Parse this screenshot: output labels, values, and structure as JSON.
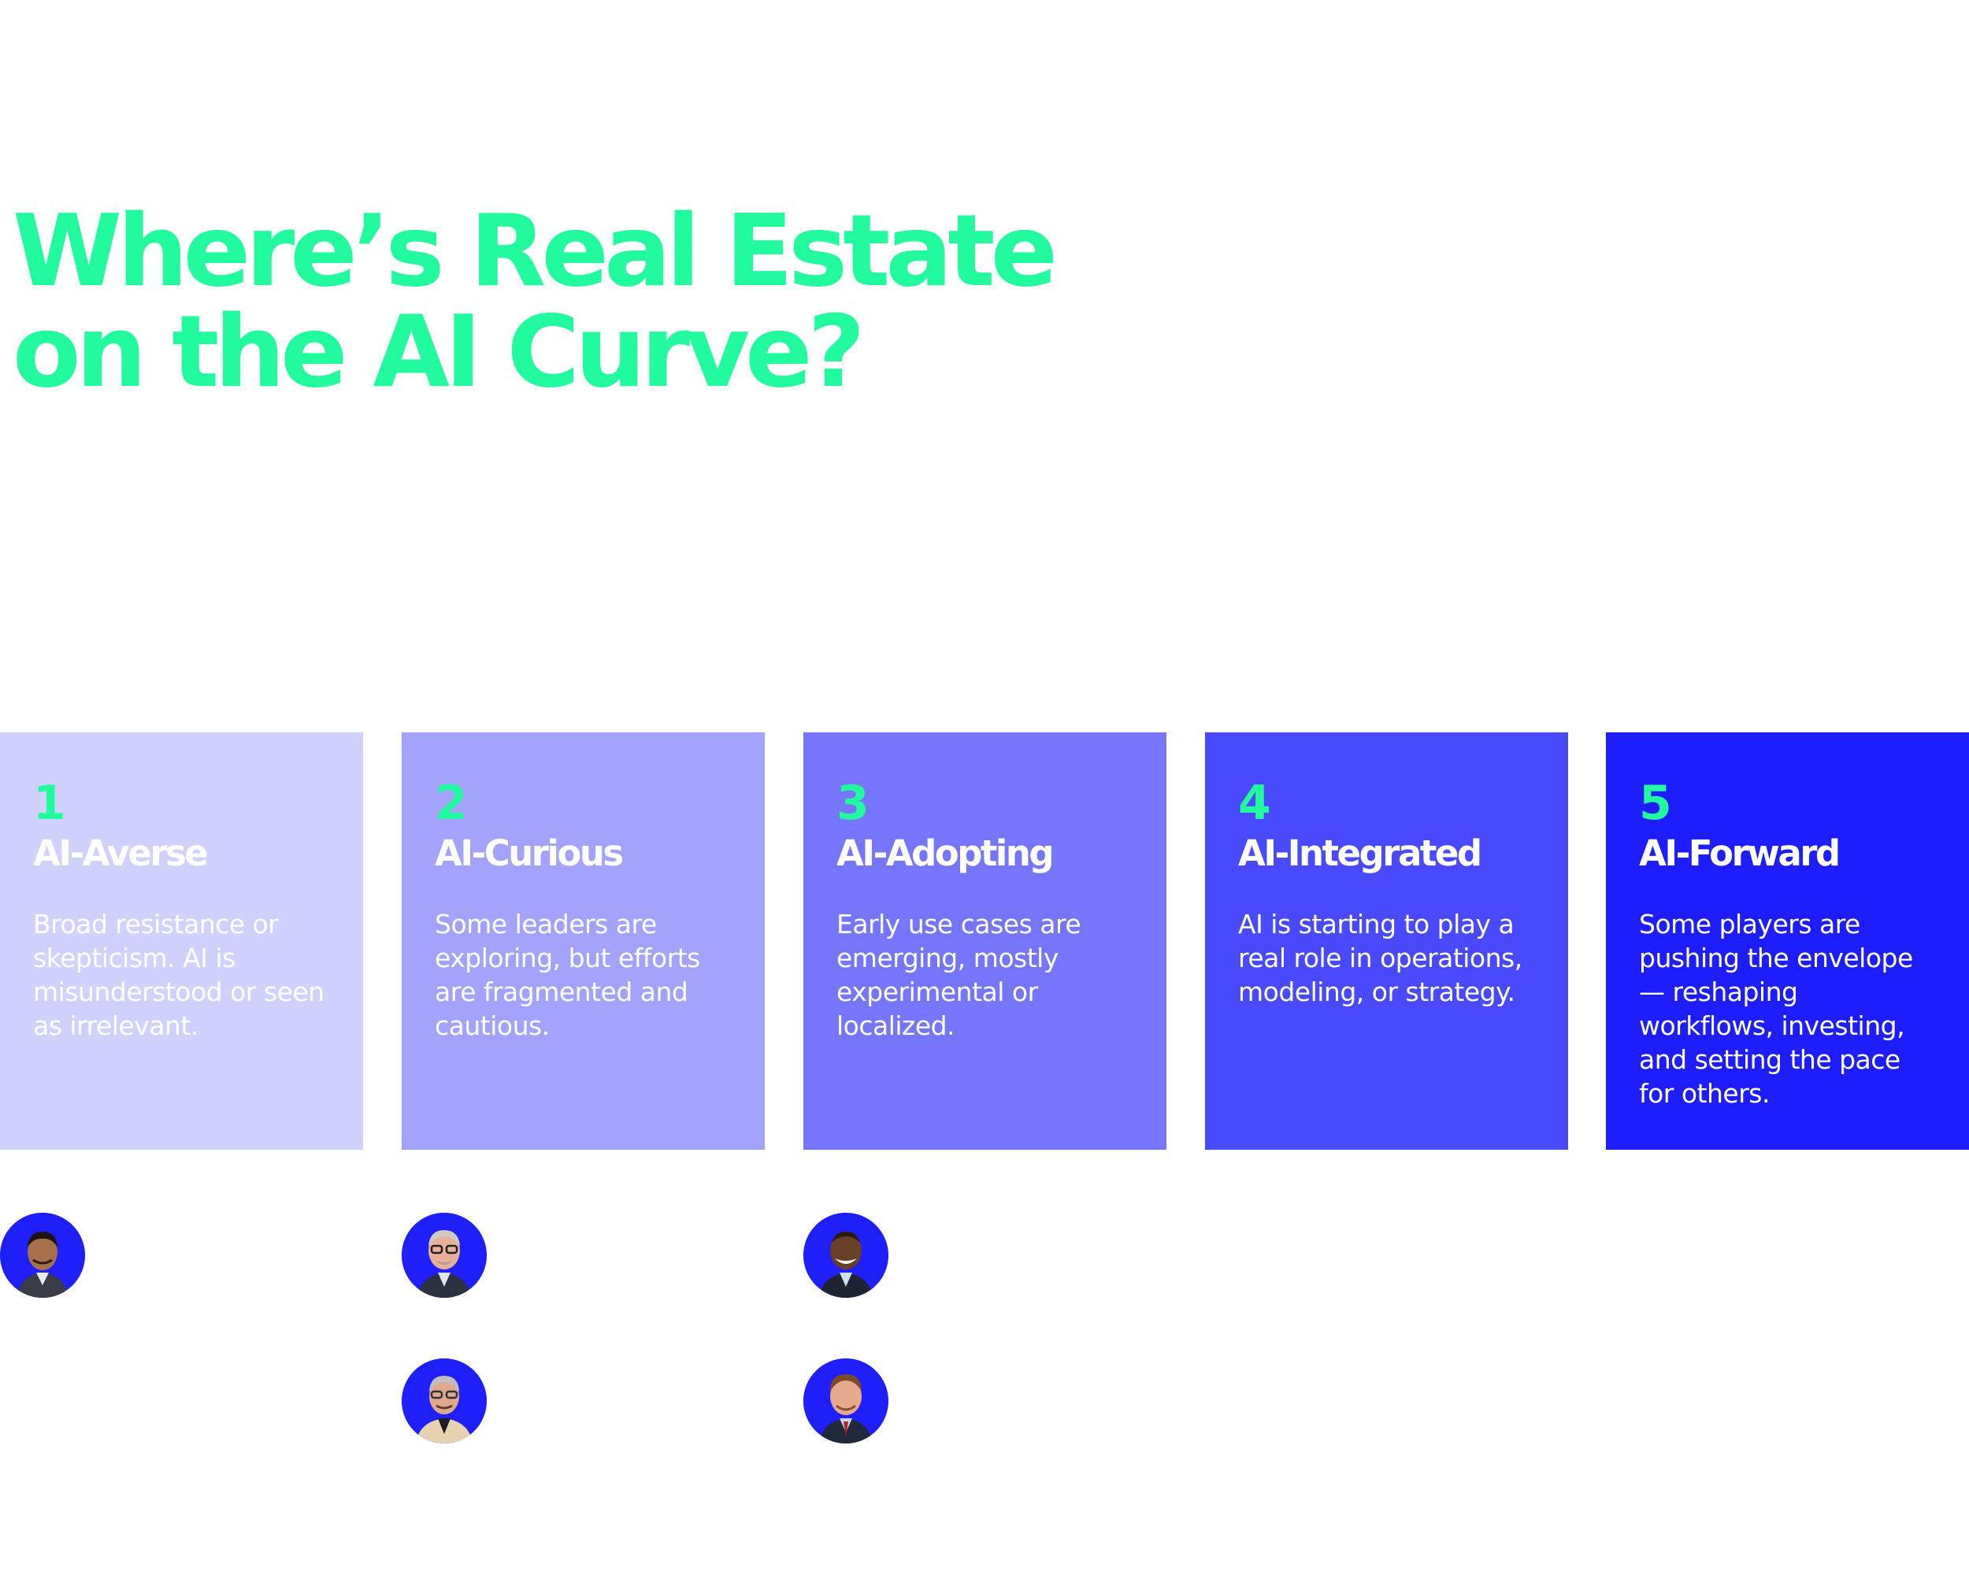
{
  "title": {
    "line1": "Where’s Real Estate",
    "line2": "on the AI Curve?"
  },
  "stages": [
    {
      "number": "1",
      "name": "AI-Averse",
      "description": "Broad resistance or skepticism. AI is misunderstood or seen as irrelevant.",
      "color": "#d1d1fd"
    },
    {
      "number": "2",
      "name": "AI-Curious",
      "description": "Some leaders are exploring, but efforts are fragmented and cautious.",
      "color": "#a3a3fd"
    },
    {
      "number": "3",
      "name": "AI-Adopting",
      "description": "Early use cases are emerging, mostly experimental or localized.",
      "color": "#7676fd"
    },
    {
      "number": "4",
      "name": "AI-Integrated",
      "description": "AI is starting to play a real role in operations, modeling, or strategy.",
      "color": "#4949fe"
    },
    {
      "number": "5",
      "name": "AI-Forward",
      "description": "Some players are pushing the envelope — reshaping workflows, investing, and setting the pace for others.",
      "color": "#1e1efc"
    }
  ],
  "colors": {
    "accent": "#22fa9e",
    "avatar_bg": "#1f1ff9"
  },
  "avatars": [
    {
      "stage": 1,
      "icon": "person-avatar-icon"
    },
    {
      "stage": 2,
      "icon": "person-avatar-icon"
    },
    {
      "stage": 2,
      "icon": "person-avatar-icon"
    },
    {
      "stage": 3,
      "icon": "person-avatar-icon"
    },
    {
      "stage": 3,
      "icon": "person-avatar-icon"
    }
  ]
}
